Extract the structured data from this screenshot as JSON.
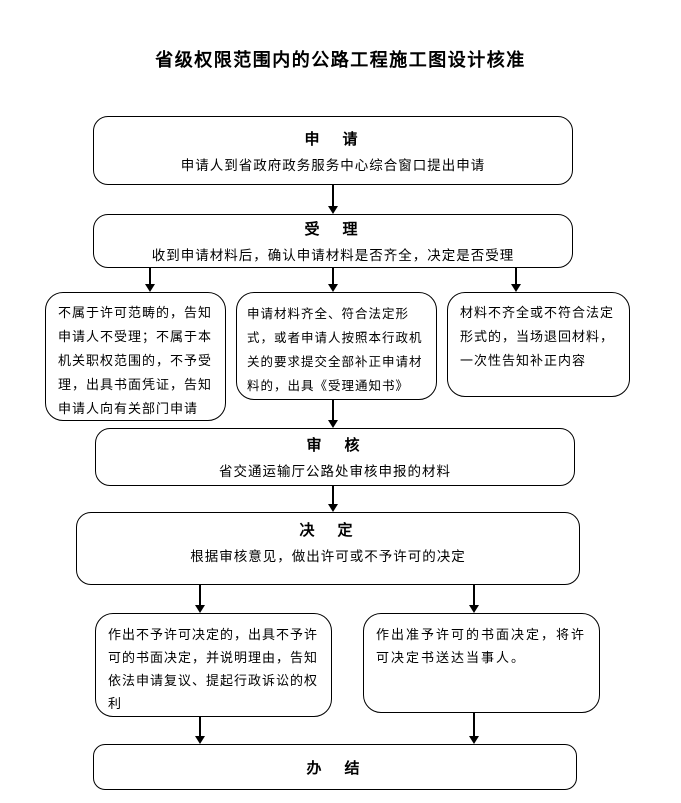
{
  "title": "省级权限范围内的公路工程施工图设计核准",
  "nodes": {
    "apply": {
      "heading": "申　请",
      "body": "申请人到省政府政务服务中心综合窗口提出申请"
    },
    "accept": {
      "heading": "受　理",
      "body": "收到申请材料后，确认申请材料是否齐全，决定是否受理"
    },
    "reject_notice": {
      "body": "不属于许可范畴的，告知申请人不受理；不属于本机关职权范围的，不予受理，出具书面凭证，告知申请人向有关部门申请"
    },
    "accept_notice": {
      "body": "申请材料齐全、符合法定形式，或者申请人按照本行政机关的要求提交全部补正申请材料的，出具《受理通知书》"
    },
    "return_materials": {
      "body": "材料不齐全或不符合法定形式的，当场退回材料，一次性告知补正内容"
    },
    "review": {
      "heading": "审　核",
      "body": "省交通运输厅公路处审核申报的材料"
    },
    "decide": {
      "heading": "决　定",
      "body": "根据审核意见，做出许可或不予许可的决定"
    },
    "deny_result": {
      "body": "作出不予许可决定的，出具不予许可的书面决定，并说明理由，告知依法申请复议、提起行政诉讼的权利"
    },
    "grant_result": {
      "body": "作出准予许可的书面决定，将许可决定书送达当事人。"
    },
    "finish": {
      "heading": "办　结"
    }
  },
  "colors": {
    "stroke": "#000000",
    "background": "#ffffff",
    "text": "#000000"
  }
}
